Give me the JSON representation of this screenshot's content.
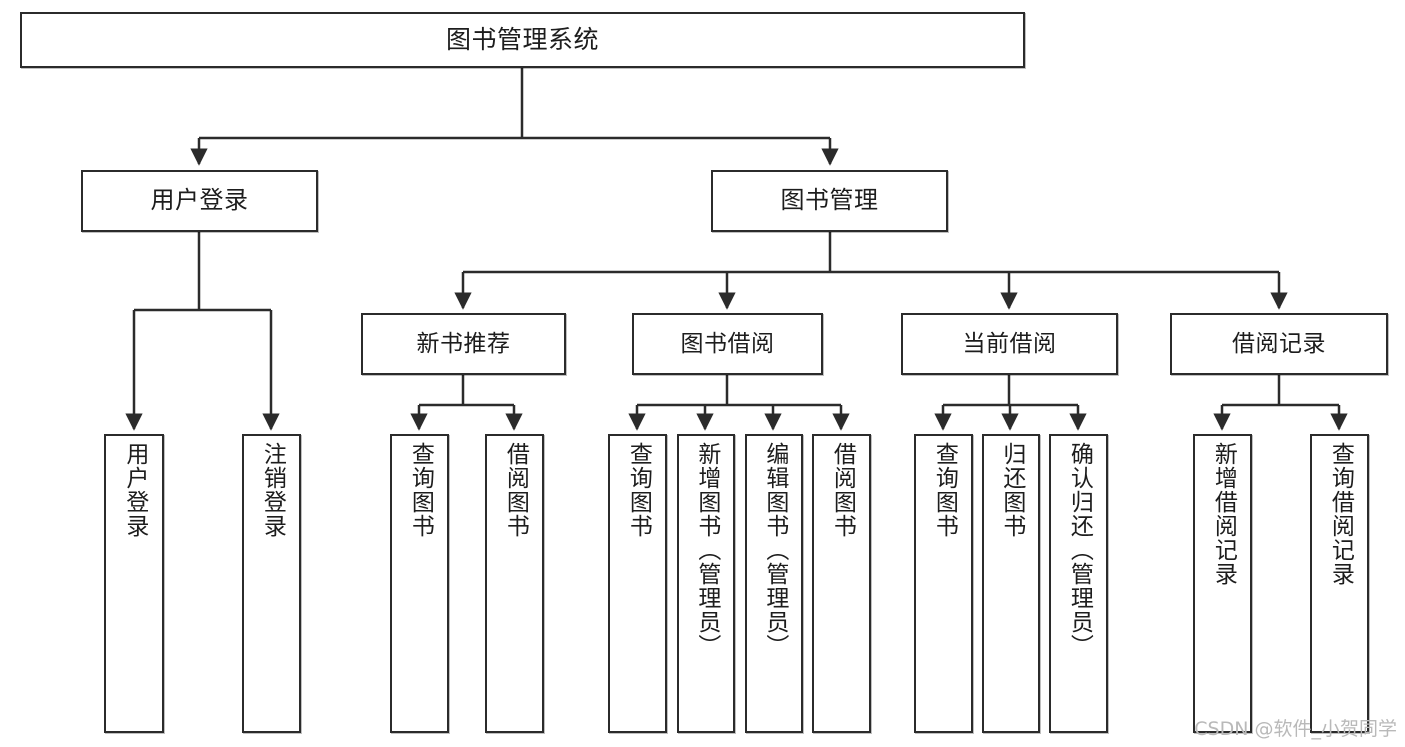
{
  "diagram": {
    "type": "tree-hierarchy-diagram",
    "title": "图书管理系统",
    "orientation": "top-down",
    "colors": {
      "box_border": "#2b2b2b",
      "box_fill": "#ffffff",
      "connector": "#2b2b2b",
      "text": "#1d1d1d",
      "watermark": "#b9b9b9",
      "background": "#ffffff"
    },
    "watermark": "CSDN @软件_小贺同学"
  },
  "nodes": {
    "root": {
      "id": "root",
      "label": "图书管理系统",
      "level": 1
    },
    "level2": [
      {
        "id": "user-login",
        "label": "用户登录",
        "level": 2
      },
      {
        "id": "book-management",
        "label": "图书管理",
        "level": 2
      }
    ],
    "level3": [
      {
        "id": "new-book-recommend",
        "label": "新书推荐",
        "level": 3,
        "parent": "book-management"
      },
      {
        "id": "book-borrow",
        "label": "图书借阅",
        "level": 3,
        "parent": "book-management"
      },
      {
        "id": "current-borrow",
        "label": "当前借阅",
        "level": 3,
        "parent": "book-management"
      },
      {
        "id": "borrow-record",
        "label": "借阅记录",
        "level": 3,
        "parent": "book-management"
      }
    ],
    "leaves": [
      {
        "id": "leaf-user-login",
        "label": "用户登录",
        "parent": "user-login"
      },
      {
        "id": "leaf-logout-login",
        "label": "注销登录",
        "parent": "user-login"
      },
      {
        "id": "leaf-query-book-1",
        "label": "查询图书",
        "parent": "new-book-recommend"
      },
      {
        "id": "leaf-borrow-book-1",
        "label": "借阅图书",
        "parent": "new-book-recommend"
      },
      {
        "id": "leaf-query-book-2",
        "label": "查询图书",
        "parent": "book-borrow"
      },
      {
        "id": "leaf-add-book",
        "label": "新增图书（管理员）",
        "parent": "book-borrow"
      },
      {
        "id": "leaf-edit-book",
        "label": "编辑图书（管理员）",
        "parent": "book-borrow"
      },
      {
        "id": "leaf-borrow-book-2",
        "label": "借阅图书",
        "parent": "book-borrow"
      },
      {
        "id": "leaf-query-book-3",
        "label": "查询图书",
        "parent": "current-borrow"
      },
      {
        "id": "leaf-return-book",
        "label": "归还图书",
        "parent": "current-borrow"
      },
      {
        "id": "leaf-confirm-return",
        "label": "确认归还（管理员）",
        "parent": "current-borrow"
      },
      {
        "id": "leaf-add-record",
        "label": "新增借阅记录",
        "parent": "borrow-record"
      },
      {
        "id": "leaf-query-record",
        "label": "查询借阅记录",
        "parent": "borrow-record"
      }
    ]
  }
}
